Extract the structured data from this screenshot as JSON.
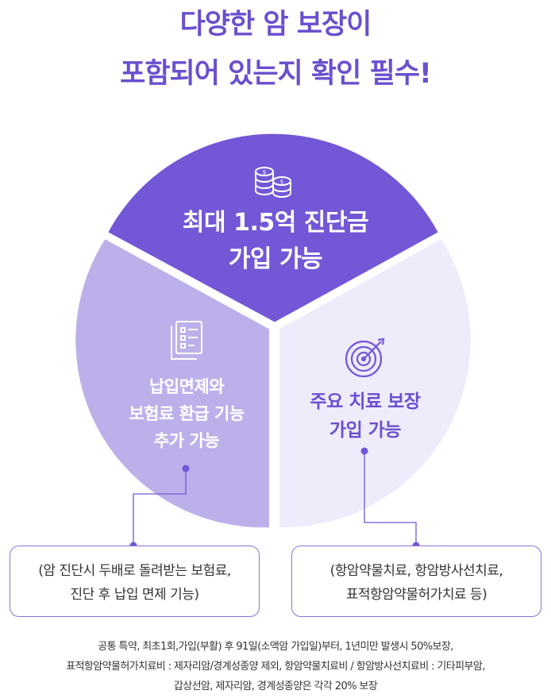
{
  "headline": {
    "line1": "다양한 암 보장이",
    "line2": "포함되어 있는지 확인 필수!"
  },
  "segments": {
    "top": {
      "line1": "최대 1.5억 진단금",
      "line2": "가입 가능",
      "icon": "coins-icon",
      "color": "#7357d6"
    },
    "left": {
      "line1": "납입면제와",
      "line2": "보험료 환급 기능",
      "line3": "추가 가능",
      "icon": "document-checklist-icon",
      "color": "#bdb0ea"
    },
    "right": {
      "line1": "주요 치료 보장",
      "line2": "가입 가능",
      "icon": "target-icon",
      "color": "#eeebfb"
    }
  },
  "callouts": {
    "left": {
      "line1": "(암 진단시 두배로 돌려받는 보험료,",
      "line2": "진단 후 납입 면제 기능)"
    },
    "right": {
      "line1": "(항암약물치료, 항암방사선치료,",
      "line2": "표적항암약물허가치료 등)"
    }
  },
  "footnote": {
    "line1": "공통 특약, 최초1회,가입(부활) 후 91일(소액암 가입일)부터, 1년미만 발생시 50%보장,",
    "line2": "표적항암약물허가치료비 : 제자리암/경계성종양 제외, 항암약물치료비 / 항암방사선치료비 : 기타피부암,",
    "line3": "갑상선암, 제자리암, 경계성종양은 각각 20% 보장"
  }
}
